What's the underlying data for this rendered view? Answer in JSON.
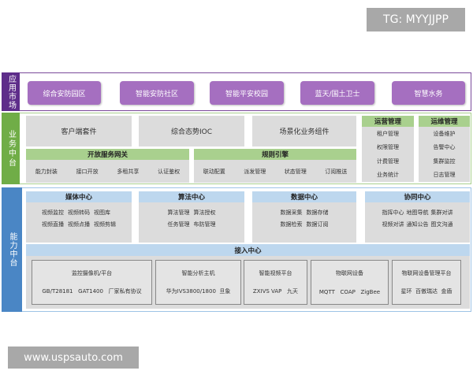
{
  "watermarks": {
    "top": "TG: MYYJJPP",
    "bottom": "www.uspsauto.com"
  },
  "colors": {
    "app": "#a56fc0",
    "app_label": "#5e2d8a",
    "business": "#70ad47",
    "capability": "#4a86c5"
  },
  "app_layer": {
    "label": "应用市场",
    "items": [
      "综合安防园区",
      "智能安防社区",
      "智能平安校园",
      "蓝天/国土卫士",
      "智慧水务"
    ]
  },
  "business_layer": {
    "label": "业务中台",
    "components": [
      "客户端套件",
      "综合态势IOC",
      "场景化业务组件"
    ],
    "gateway": {
      "title": "开放服务网关",
      "items": [
        "能力封装",
        "接口开放",
        "多租共享",
        "认证鉴权"
      ]
    },
    "rules": {
      "title": "规则引擎",
      "items": [
        "联动配置",
        "派发管理",
        "状态管理",
        "订阅推送"
      ]
    },
    "operations": {
      "title": "运营管理",
      "items": [
        "租户管理",
        "权限管理",
        "计费管理",
        "业务统计"
      ]
    },
    "maintenance": {
      "title": "运维管理",
      "items": [
        "设备维护",
        "告警中心",
        "集群监控",
        "日志管理"
      ]
    }
  },
  "capability_layer": {
    "label": "能力中台",
    "centers": [
      {
        "title": "媒体中心",
        "items": [
          "视频监控",
          "视频转码",
          "视图库",
          "视频直播",
          "视频点播",
          "视频剪辑"
        ]
      },
      {
        "title": "算法中心",
        "items": [
          "算法管理",
          "算法授权",
          "任务管理",
          "布防管理"
        ]
      },
      {
        "title": "数据中心",
        "items": [
          "数据采集",
          "数据存储",
          "数据检索",
          "数据订阅"
        ]
      },
      {
        "title": "协同中心",
        "items": [
          "指挥中心",
          "地图导航",
          "集群对讲",
          "视频对讲",
          "通知公告",
          "图文沟通"
        ]
      }
    ],
    "access": {
      "title": "接入中心",
      "groups": [
        {
          "title": "监控摄像机/平台",
          "items": "GB/T28181   GAT1400   厂家私有协议"
        },
        {
          "title": "智能分析主机",
          "items": "华为IVS3800/1800  旦象"
        },
        {
          "title": "智能视频平台",
          "items": "ZXIVS VAP   九天"
        },
        {
          "title": "物联网设备",
          "items": "MQTT   COAP   ZigBee"
        },
        {
          "title": "物联网设备管理平台",
          "items": "星环  百傲瑞达  金盾"
        }
      ]
    }
  }
}
